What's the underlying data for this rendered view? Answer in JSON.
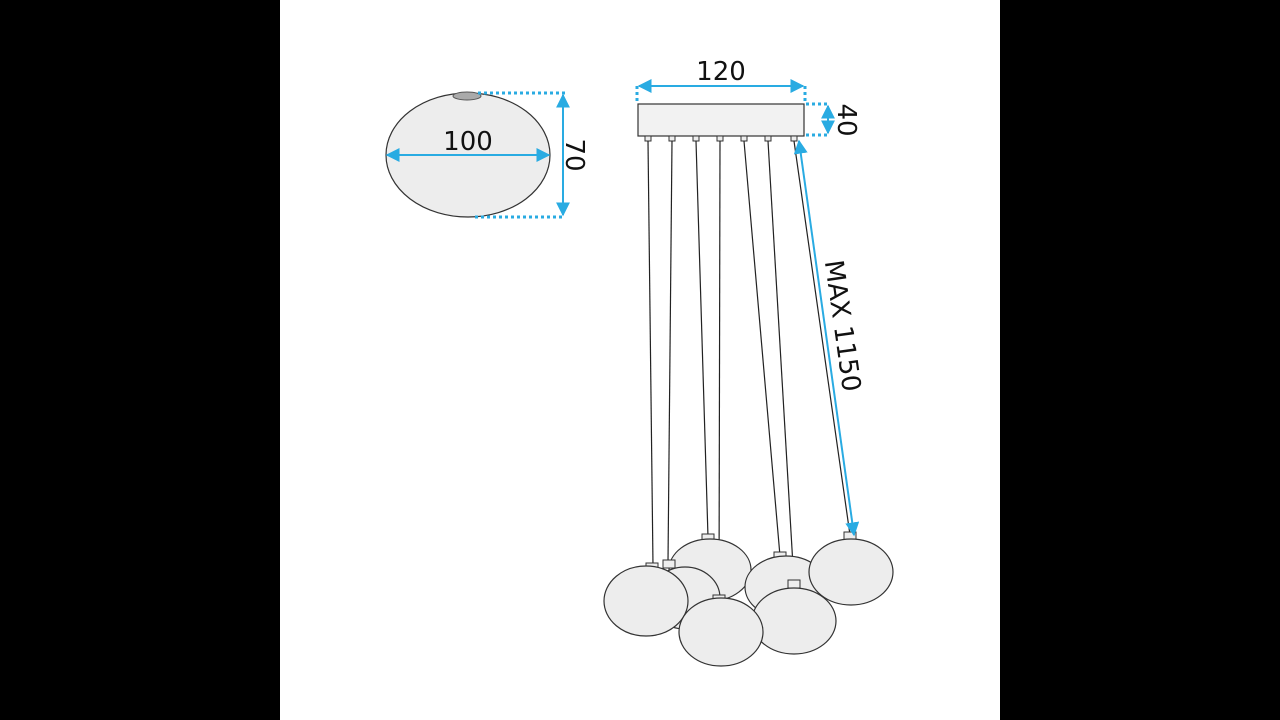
{
  "dimensions": {
    "globe_width": "100",
    "globe_height": "70",
    "canopy_width": "120",
    "canopy_height": "40",
    "cable_length": "MAX 1150"
  },
  "colors": {
    "dimension_accent": "#29abe2",
    "background_side": "#000000",
    "panel": "#ffffff"
  }
}
